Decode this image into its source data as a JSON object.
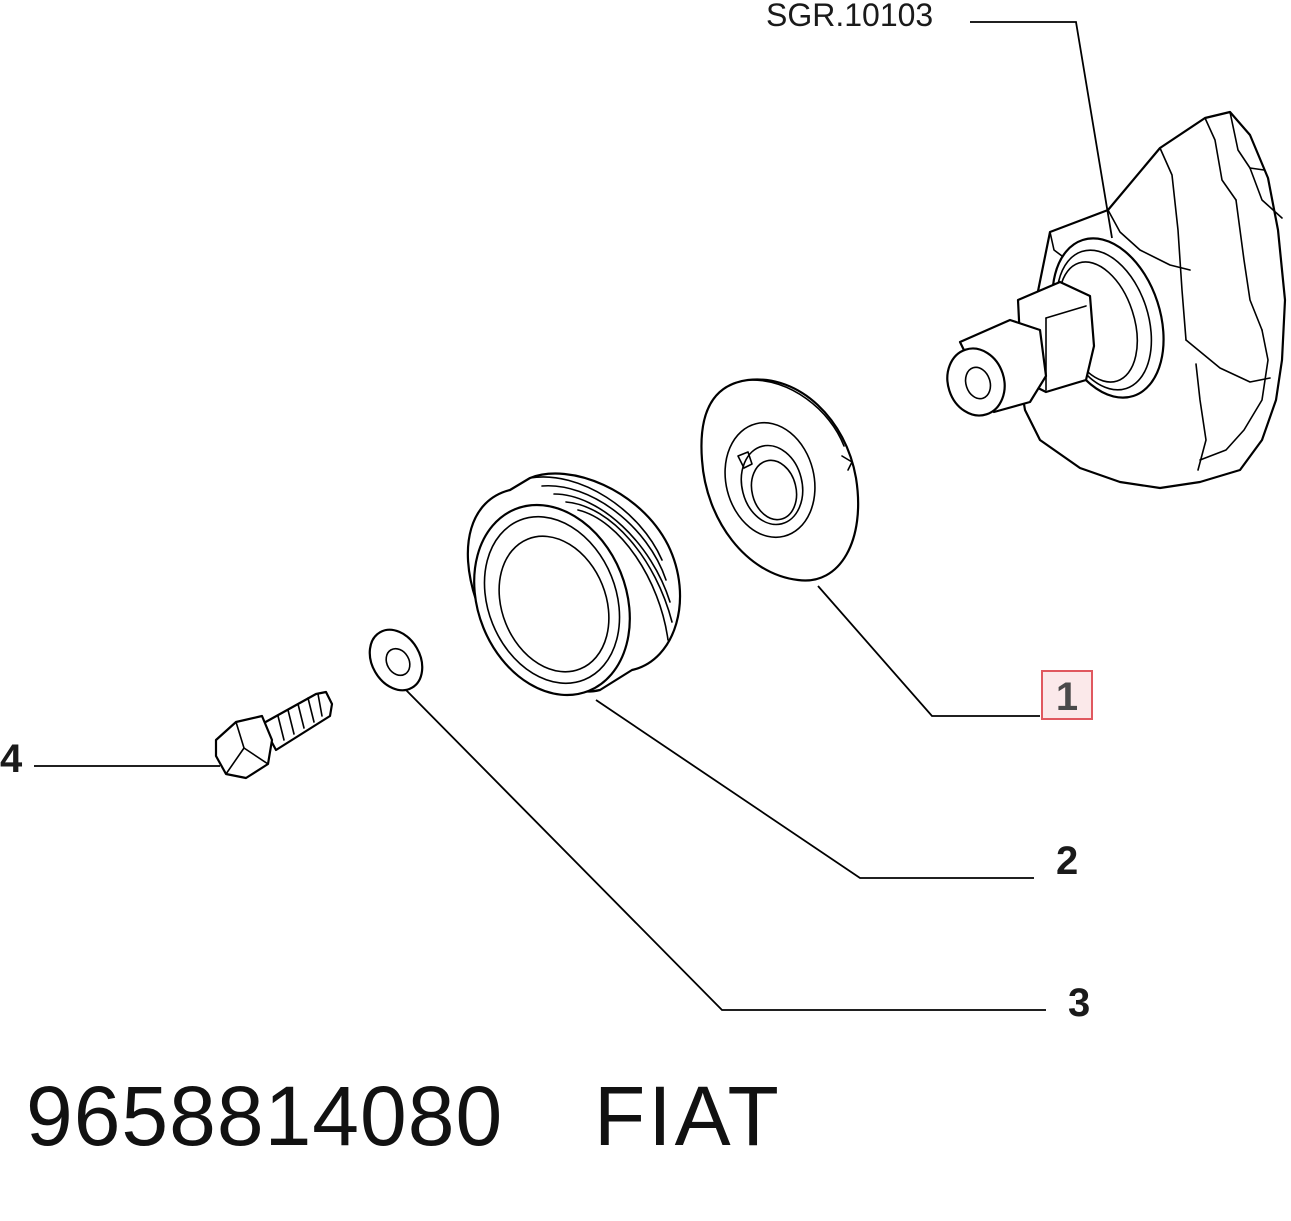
{
  "reference": {
    "label": "SGR.10103"
  },
  "callouts": {
    "one": "1",
    "two": "2",
    "three": "3",
    "four": "4"
  },
  "highlight_color": "#e0585f",
  "footer": {
    "part_number": "9658814080",
    "brand": "FIAT"
  }
}
